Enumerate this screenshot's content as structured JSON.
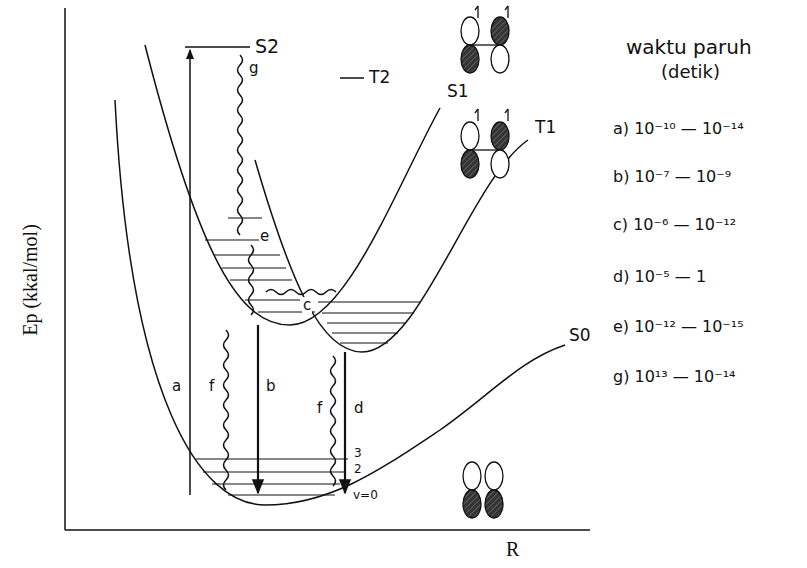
{
  "diagram": {
    "labels": [
      "Ep (kkal/mol)",
      "R",
      "S2",
      "g",
      "T2",
      "S1",
      "T1",
      "e",
      "c",
      "a",
      "f",
      "b",
      "f",
      "d",
      "S0",
      "3",
      "2",
      "v=0",
      "waktu paruh",
      "(detik)",
      "a) 10⁻¹⁰ — 10⁻¹⁴",
      "b) 10⁻⁷ — 10⁻⁹",
      "c) 10⁻⁶ — 10⁻¹²",
      "d) 10⁻⁵ — 1",
      "e) 10⁻¹² — 10⁻¹⁵",
      "g) 10¹³ — 10⁻¹⁴"
    ]
  }
}
